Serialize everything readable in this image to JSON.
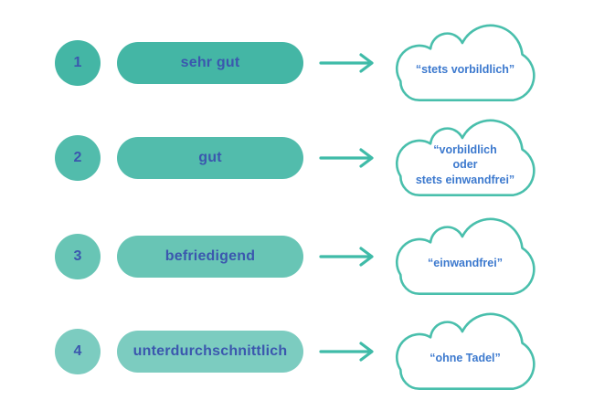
{
  "colors": {
    "row_teals": [
      "#44B6A5",
      "#52BCAC",
      "#68C5B5",
      "#7CCCC0"
    ],
    "cloud_outline_teal": "#49BFAC",
    "arrow_teal": "#3FBBA8",
    "pill_text_blue": "#3B57AE",
    "cloud_text_blue": "#3C79CE",
    "background": "#FFFFFF"
  },
  "rows": [
    {
      "number": "1",
      "label": "sehr gut",
      "cloud_lines": [
        "“stets vorbildlich”"
      ]
    },
    {
      "number": "2",
      "label": "gut",
      "cloud_lines": [
        "“vorbildlich",
        "oder",
        "stets einwandfrei”"
      ]
    },
    {
      "number": "3",
      "label": "befriedigend",
      "cloud_lines": [
        "“einwandfrei”"
      ]
    },
    {
      "number": "4",
      "label": "unterdurchschnittlich",
      "cloud_lines": [
        "“ohne Tadel”"
      ]
    }
  ]
}
